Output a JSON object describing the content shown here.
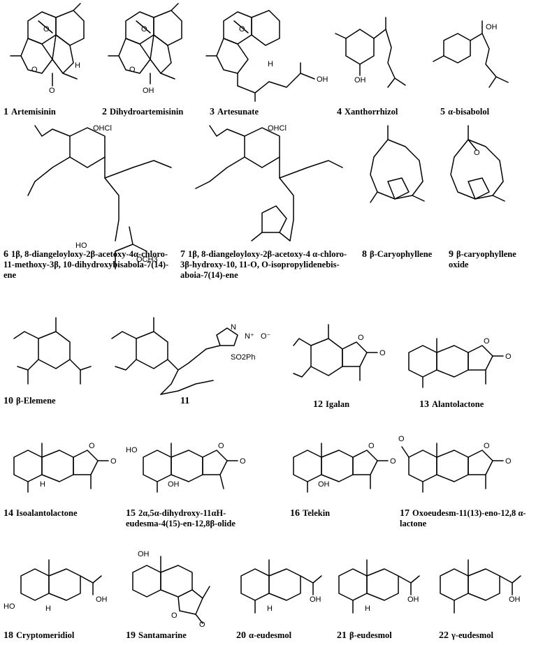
{
  "compounds": [
    {
      "num": "1",
      "name": "Artemisinin"
    },
    {
      "num": "2",
      "name": "Dihydroartemisinin"
    },
    {
      "num": "3",
      "name": "Artesunate"
    },
    {
      "num": "4",
      "name": "Xanthorrhizol"
    },
    {
      "num": "5",
      "name": "α-bisabolol"
    },
    {
      "num": "6",
      "name": "1β, 8-diangeloyloxy-2β-acetoxy-4α-chloro-11-methoxy-3β, 10-dihydroxybisabola-7(14)-ene"
    },
    {
      "num": "7",
      "name": "1β, 8-diangeloyloxy-2β-acetoxy-4 α-chloro-3β-hydroxy-10, 11-O, O-isopropylidenebis-aboia-7(14)-ene"
    },
    {
      "num": "8",
      "name": "β-Caryophyllene"
    },
    {
      "num": "9",
      "name": "β-caryophyllene oxide"
    },
    {
      "num": "10",
      "name": "β-Elemene"
    },
    {
      "num": "11",
      "name": ""
    },
    {
      "num": "12",
      "name": "Igalan"
    },
    {
      "num": "13",
      "name": "Alantolactone"
    },
    {
      "num": "14",
      "name": "Isoalantolactone"
    },
    {
      "num": "15",
      "name": "2α,5α-dihydroxy-11αH-eudesma-4(15)-en-12,8β-olide"
    },
    {
      "num": "16",
      "name": "Telekin"
    },
    {
      "num": "17",
      "name": "Oxoeudesm-11(13)-eno-12,8 α-lactone"
    },
    {
      "num": "18",
      "name": "Cryptomeridiol"
    },
    {
      "num": "19",
      "name": "Santamarine"
    },
    {
      "num": "20",
      "name": "α-eudesmol"
    },
    {
      "num": "21",
      "name": "β-eudesmol"
    },
    {
      "num": "22",
      "name": "γ-eudesmol"
    }
  ],
  "atom_labels": {
    "O": "O",
    "H": "H",
    "OH": "OH",
    "HO": "HO",
    "OCl": "OHCl",
    "OCH3": "OCH3",
    "SO2Ph": "SO2Ph",
    "N": "N",
    "N_plus": "N⁺",
    "O_minus": "O⁻"
  }
}
